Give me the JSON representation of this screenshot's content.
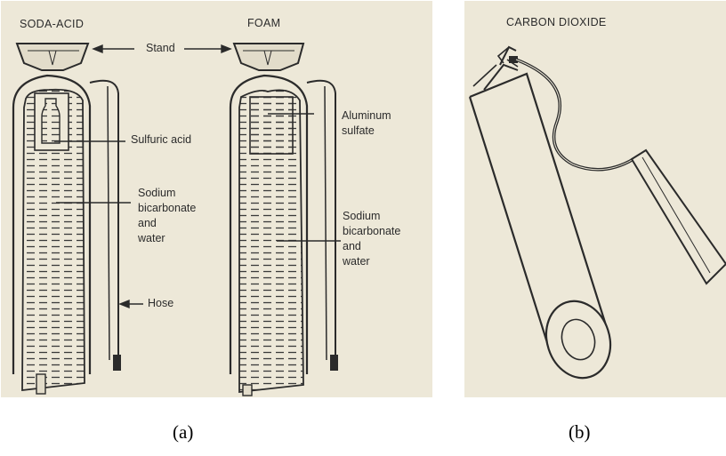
{
  "figure_a": {
    "title_left": "SODA-ACID",
    "title_right": "FOAM",
    "labels": {
      "stand": "Stand",
      "sulfuric_acid": "Sulfuric acid",
      "sodium_left": "Sodium\nbicarbonate\nand\nwater",
      "hose": "Hose",
      "aluminum": "Aluminum\nsulfate",
      "sodium_right": "Sodium\nbicarbonate\nand\nwater"
    },
    "caption": "(a)"
  },
  "figure_b": {
    "title": "CARBON DIOXIDE",
    "caption": "(b)"
  },
  "colors": {
    "panel_background": "#ede8d8",
    "ink": "#2b2b2b"
  }
}
